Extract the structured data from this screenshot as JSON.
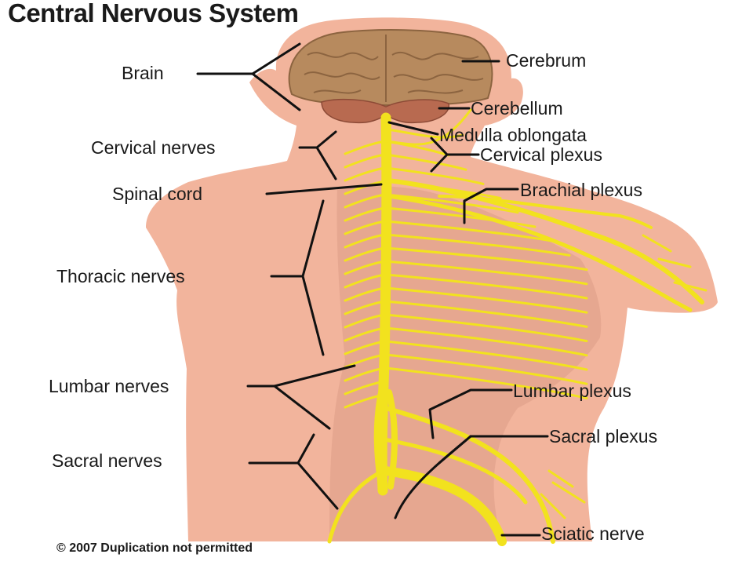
{
  "title": "Central Nervous System",
  "labels": {
    "brain": "Brain",
    "cerebrum": "Cerebrum",
    "cerebellum": "Cerebellum",
    "medulla": "Medulla oblongata",
    "cervical_nerves": "Cervical nerves",
    "cervical_plexus": "Cervical plexus",
    "spinal_cord": "Spinal cord",
    "brachial_plexus": "Brachial plexus",
    "thoracic_nerves": "Thoracic nerves",
    "lumbar_nerves": "Lumbar nerves",
    "lumbar_plexus": "Lumbar plexus",
    "sacral_plexus": "Sacral plexus",
    "sacral_nerves": "Sacral nerves",
    "sciatic_nerve": "Sciatic nerve"
  },
  "copyright": "© 2007 Duplication  not permitted",
  "colors": {
    "skin": "#f2b49c",
    "skin_shadow": "#dc9c86",
    "nerve": "#f2e21e",
    "brain": "#b78a5e",
    "cerebellum": "#b86a50",
    "leader_line": "#111111"
  }
}
